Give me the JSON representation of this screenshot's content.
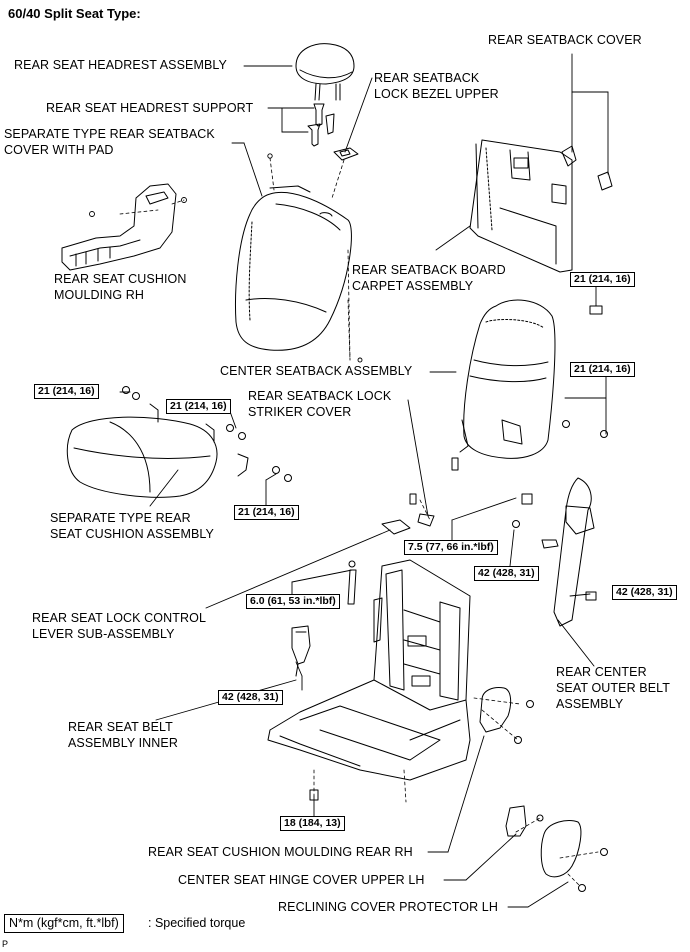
{
  "title": "60/40 Split Seat Type:",
  "labels": {
    "headrest_assembly": "REAR SEAT HEADREST ASSEMBLY",
    "headrest_support": "REAR SEAT HEADREST SUPPORT",
    "lock_bezel_1": "REAR SEATBACK",
    "lock_bezel_2": "LOCK BEZEL UPPER",
    "separate_cover_1": "SEPARATE TYPE REAR SEATBACK",
    "separate_cover_2": "COVER WITH PAD",
    "seatback_cover": "REAR SEATBACK COVER",
    "cushion_moulding_1": "REAR SEAT CUSHION",
    "cushion_moulding_2": "MOULDING RH",
    "board_carpet_1": "REAR SEATBACK BOARD",
    "board_carpet_2": "CARPET ASSEMBLY",
    "center_seatback": "CENTER SEATBACK ASSEMBLY",
    "striker_cover_1": "REAR SEATBACK LOCK",
    "striker_cover_2": "STRIKER COVER",
    "separate_cushion_1": "SEPARATE TYPE REAR",
    "separate_cushion_2": "SEAT CUSHION ASSEMBLY",
    "lock_lever_1": "REAR SEAT LOCK CONTROL",
    "lock_lever_2": "LEVER SUB-ASSEMBLY",
    "belt_inner_1": "REAR SEAT BELT",
    "belt_inner_2": "ASSEMBLY INNER",
    "center_belt_1": "REAR CENTER",
    "center_belt_2": "SEAT OUTER BELT",
    "center_belt_3": "ASSEMBLY",
    "moulding_rear": "REAR SEAT CUSHION MOULDING REAR RH",
    "hinge_cover": "CENTER SEAT HINGE COVER UPPER LH",
    "reclining_cover": "RECLINING COVER PROTECTOR LH"
  },
  "torques": {
    "t_21_a": "21 (214, 16)",
    "t_21_b": "21 (214, 16)",
    "t_21_c": "21 (214, 16)",
    "t_21_d": "21 (214, 16)",
    "t_21_e": "21 (214, 16)",
    "t_7_5": "7.5 (77, 66 in.*lbf)",
    "t_42_a": "42 (428, 31)",
    "t_42_b": "42 (428, 31)",
    "t_6_0": "6.0 (61, 53 in.*lbf)",
    "t_42_c": "42 (428, 31)",
    "t_18": "18 (184, 13)"
  },
  "legend": {
    "unit_box": "N*m (kgf*cm, ft.*lbf)",
    "text": ": Specified torque"
  },
  "footer_mark": "P"
}
